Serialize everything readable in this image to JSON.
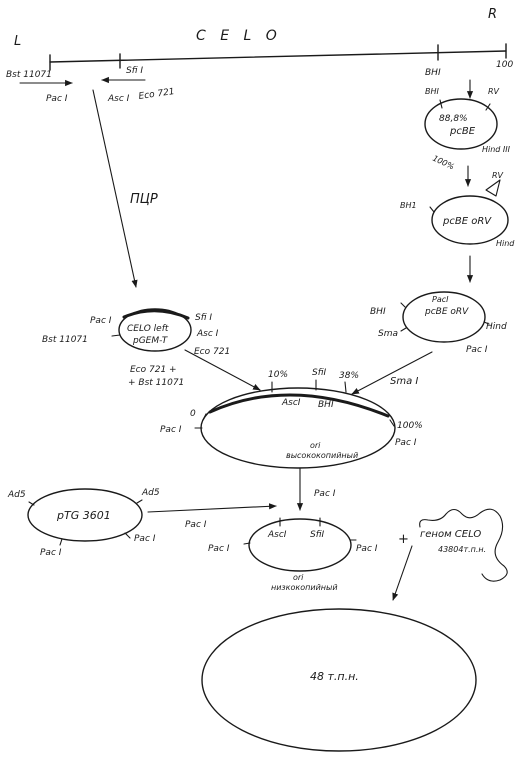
{
  "genome_bar": {
    "title": "C E L O",
    "left_end": "L",
    "right_end": "R",
    "right_coord": "100",
    "bst": "Bst 11071",
    "pac": "Pac I",
    "sfi": "Sfi I",
    "asc": "Asc I",
    "eco": "Eco 721",
    "bhi": "BHI"
  },
  "pcr_label": "ПЦР",
  "pcbe": {
    "bhi": "BHI",
    "rv": "RV",
    "percent": "88,8%",
    "name": "pcBE",
    "hind": "Hind III",
    "percent100": "100%"
  },
  "pcbe_orv": {
    "bh1": "BH1",
    "name": "pcBE oRV",
    "rv": "RV",
    "hind": "Hind"
  },
  "pcbe_orv2": {
    "bhi": "BHI",
    "pac_top": "PacI",
    "name": "pcBE oRV",
    "sma": "Sma",
    "hind": "Hind",
    "pac_bottom": "Pac I"
  },
  "celo_left": {
    "pac": "Pac I",
    "name1": "CELO left",
    "name2": "pGEM-T",
    "sfi": "Sfi I",
    "asc": "Asc I",
    "bst": "Bst 11071",
    "eco": "Eco 721"
  },
  "eco_bst_label1": "Eco 721 +",
  "eco_bst_label2": "+ Bst 11071",
  "sma_label": "Sma I",
  "big_plasmid": {
    "p10": "10%",
    "sfi": "SfiI",
    "p38": "38%",
    "zero": "0",
    "asc": "AscI",
    "bhi": "BHI",
    "p100": "100%",
    "pac_left": "Pac I",
    "pac_right": "Pac I",
    "ori1": "ori",
    "ori2": "высококопийный"
  },
  "ptg": {
    "ad5_left": "Ad5",
    "ad5_right": "Ad5",
    "name": "pTG 3601",
    "pac_left": "Pac I",
    "pac_right": "Pac I",
    "pac_arrow": "Pac I"
  },
  "small_plasmid": {
    "pac_top": "Pac I",
    "asc": "AscI",
    "sfi": "SfiI",
    "pac_left": "Pac I",
    "pac_right": "Pac I",
    "ori1": "ori",
    "ori2": "низкокопийный"
  },
  "genome_celo": {
    "plus": "+",
    "label": "геном CELO",
    "size": "43804т.п.н."
  },
  "final_size": "48 т.п.н."
}
